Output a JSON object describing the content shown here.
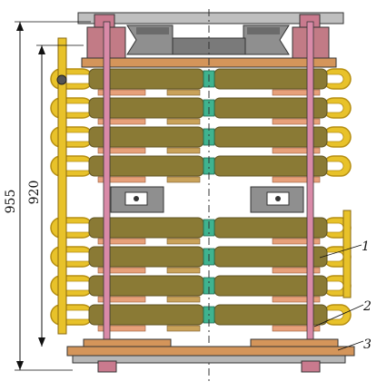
{
  "dimensions": {
    "overall_height": "955",
    "coil_stack_height": "920"
  },
  "callouts": [
    {
      "label": "1"
    },
    {
      "label": "2"
    },
    {
      "label": "3"
    }
  ],
  "colors": {
    "coil_tube": "#e8c22a",
    "coil_tube_dark": "#b58e12",
    "winding": "#8a7a35",
    "winding_dark": "#5e5220",
    "separator": "#e7a07a",
    "spacer": "#3fb38f",
    "tie_rod": "#d98aa8",
    "clamp": "#8f8f8f",
    "base_wood": "#d4955a",
    "steel_plate": "#b7b7b7"
  }
}
